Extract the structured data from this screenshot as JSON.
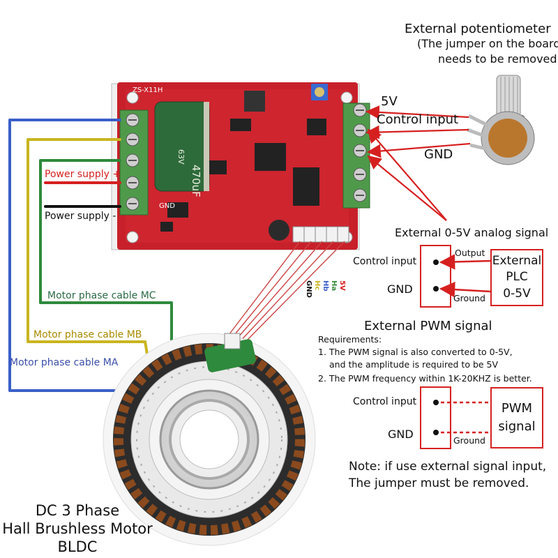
{
  "potentiometer": {
    "title": "External potentiometer",
    "sub1": "(The jumper on the board",
    "sub2": "needs to be removed)",
    "pin_5v": "5V",
    "pin_control": "Control input",
    "pin_gnd": "GND"
  },
  "board": {
    "model": "ZS-X11H",
    "cap_value": "470uF",
    "cap_voltage": "63V",
    "gnd_label": "GND",
    "hall_5v": "5V",
    "hall_ha": "Ha",
    "hall_hb": "Hb",
    "hall_hc": "Hc",
    "hall_gnd": "GND"
  },
  "power": {
    "plus": "Power supply +",
    "minus": "Power supply -"
  },
  "phases": {
    "mc": "Motor phase cable MC",
    "mb": "Motor phase cable MB",
    "ma": "Motor phase cable MA"
  },
  "analog": {
    "title": "External 0-5V analog signal",
    "control": "Control input",
    "gnd": "GND",
    "output": "Output",
    "ground": "Ground",
    "plc1": "External",
    "plc2": "PLC",
    "plc3": "0-5V"
  },
  "pwm": {
    "title": "External PWM signal",
    "req_head": "Requirements:",
    "req1": "1. The PWM signal is also converted to 0-5V,",
    "req1b": "and the amplitude is required to be 5V",
    "req2": "2. The PWM frequency within 1K-20KHZ is better.",
    "control": "Control input",
    "gnd": "GND",
    "ground": "Ground",
    "box1": "PWM",
    "box2": "signal"
  },
  "note": {
    "line1": "Note:  if use external signal input,",
    "line2": "The jumper must be removed."
  },
  "motor": {
    "line1": "DC 3 Phase",
    "line2": "Hall Brushless Motor",
    "line3": "BLDC"
  },
  "colors": {
    "board_red": "#c8202a",
    "terminal_green": "#4f9a4a",
    "wire_blue": "#3a5fc8",
    "wire_yellow": "#c9b520",
    "wire_green": "#2e8a3c",
    "arrow_red": "#d62020",
    "phase_mc_text": "#2a6a45",
    "phase_mb_text": "#a88a00",
    "phase_ma_text": "#3b4fa8"
  }
}
